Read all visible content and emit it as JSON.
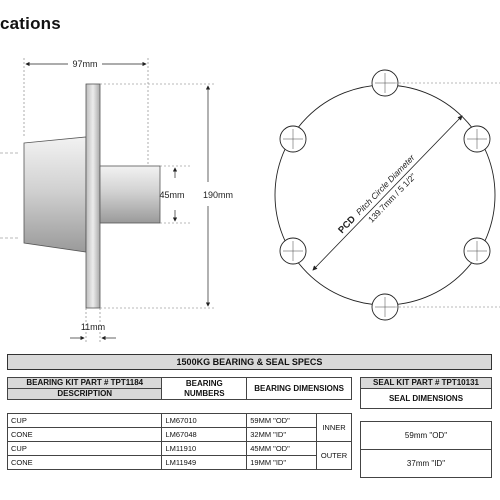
{
  "page": {
    "heading": "cations"
  },
  "drawing": {
    "dim_width": "97mm",
    "dim_shaft": "45mm",
    "dim_height": "190mm",
    "dim_flange": "11mm",
    "pcd_prefix": "PCD",
    "pcd_label": "Pitch Circle Diameter",
    "pcd_value": "139.7mm / 5 1/2\""
  },
  "specs": {
    "title": "1500KG BEARING & SEAL SPECS",
    "bearing_table": {
      "kit_header": "BEARING KIT PART # TPT1184",
      "description_header": "DESCRIPTION",
      "numbers_header": "BEARING NUMBERS",
      "dimensions_header": "BEARING DIMENSIONS",
      "rows": [
        {
          "description": "CUP",
          "number": "LM67010",
          "dimension": "59MM \"OD\"",
          "position": "INNER"
        },
        {
          "description": "CONE",
          "number": "LM67048",
          "dimension": "32MM \"ID\"",
          "position": ""
        },
        {
          "description": "CUP",
          "number": "LM11910",
          "dimension": "45MM \"OD\"",
          "position": "OUTER"
        },
        {
          "description": "CONE",
          "number": "LM11949",
          "dimension": "19MM \"ID\"",
          "position": ""
        }
      ]
    },
    "seal_table": {
      "kit_header": "SEAL KIT PART # TPT10131",
      "dimensions_header": "SEAL DIMENSIONS",
      "rows": [
        "59mm \"OD\"",
        "37mm \"ID\""
      ]
    }
  }
}
